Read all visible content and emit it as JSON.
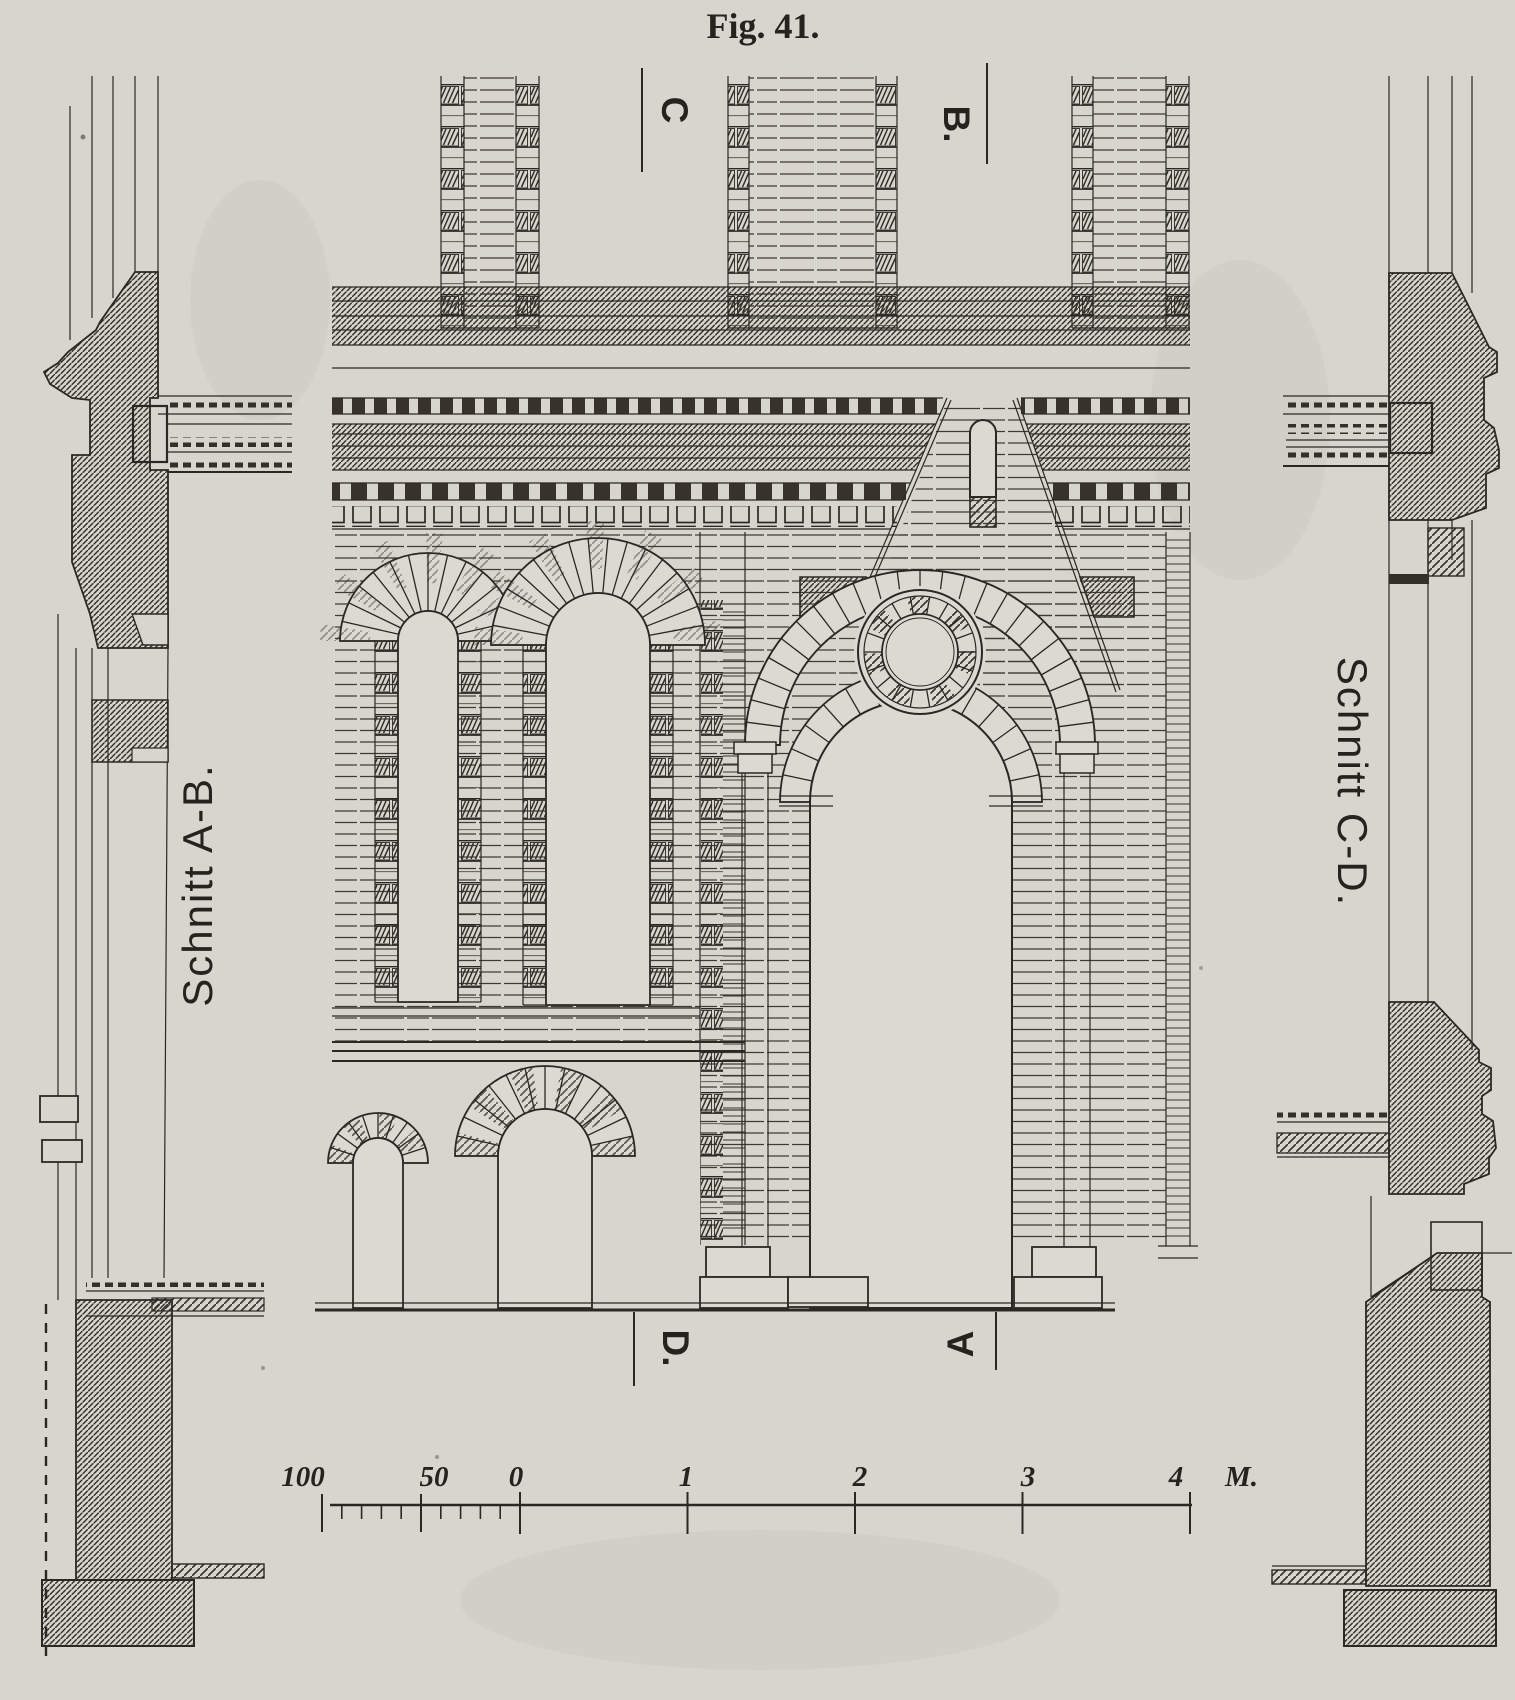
{
  "figure": {
    "title": "Fig. 41."
  },
  "sections": {
    "left_label": "Schnitt A-B.",
    "right_label": "Schnitt C-D."
  },
  "markers": {
    "top_window_bay": "C",
    "top_door_bay": "B.",
    "bottom_window_bay": "D.",
    "bottom_door_bay": "A"
  },
  "scale_bar": {
    "labels": [
      "100",
      "50",
      "0",
      "1",
      "2",
      "3",
      "4"
    ],
    "unit": "M."
  },
  "colors": {
    "paper": "#d8d5cf",
    "ink": "#2b2823"
  }
}
